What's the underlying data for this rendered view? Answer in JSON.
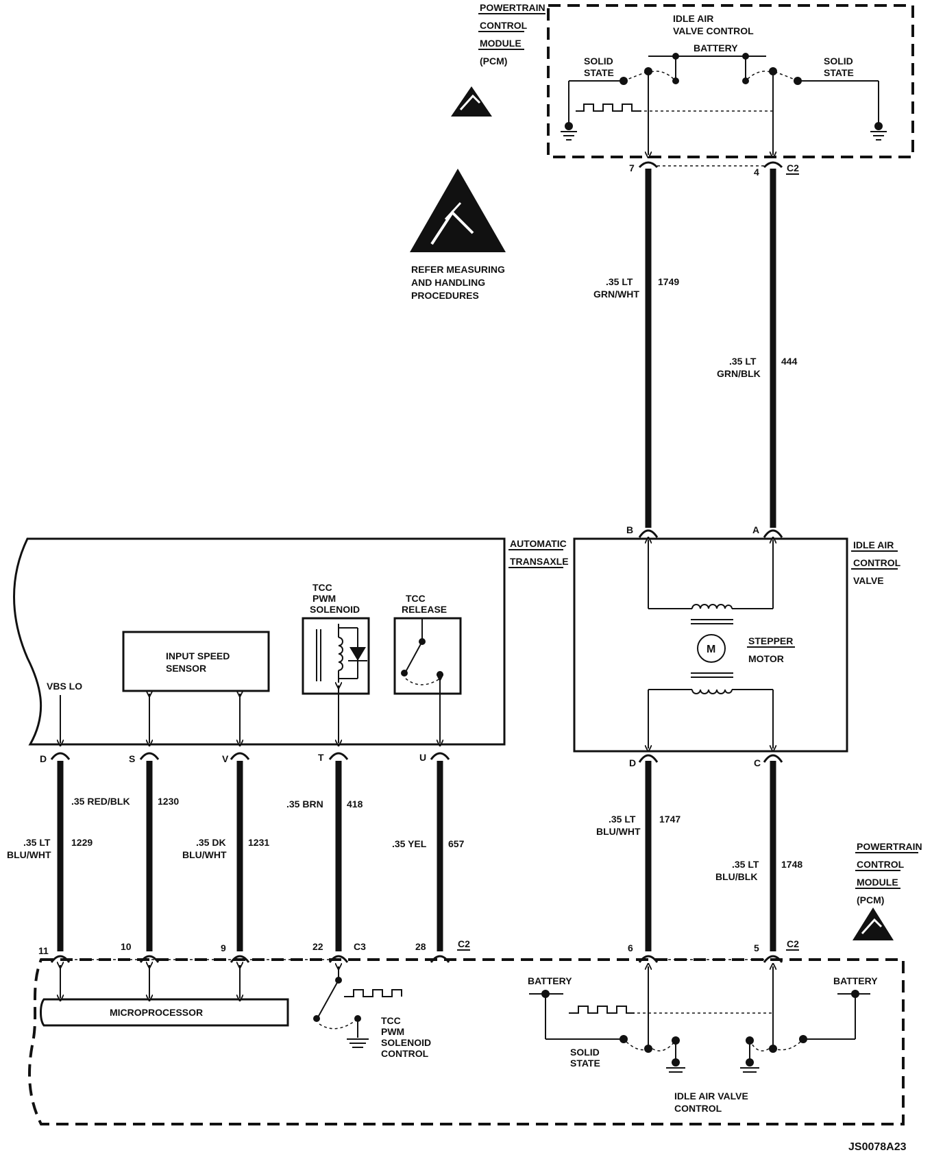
{
  "top_pcm": {
    "title_lines": [
      "POWERTRAIN",
      "CONTROL",
      "MODULE",
      "(PCM)"
    ],
    "idle_air_lines": [
      "IDLE AIR",
      "VALVE CONTROL"
    ],
    "battery": "BATTERY",
    "solid_state_left": [
      "SOLID",
      "STATE"
    ],
    "solid_state_right": [
      "SOLID",
      "STATE"
    ],
    "pin_7": "7",
    "pin_4": "4",
    "connector": "C2"
  },
  "esd_note": [
    "REFER MEASURING",
    "AND HANDLING",
    "PROCEDURES"
  ],
  "wires_top": {
    "w1749": {
      "gauge": ".35 LT",
      "color": "GRN/WHT",
      "circuit": "1749"
    },
    "w444": {
      "gauge": ".35 LT",
      "color": "GRN/BLK",
      "circuit": "444"
    }
  },
  "iac_valve": {
    "title_lines": [
      "IDLE AIR",
      "CONTROL",
      "VALVE"
    ],
    "motor_label": [
      "STEPPER",
      "MOTOR"
    ],
    "motor_symbol": "M",
    "pin_B": "B",
    "pin_A": "A",
    "pin_D": "D",
    "pin_C": "C"
  },
  "transaxle": {
    "title_lines": [
      "AUTOMATIC",
      "TRANSAXLE"
    ],
    "vbs_lo": "VBS LO",
    "input_speed_sensor": [
      "INPUT SPEED",
      "SENSOR"
    ],
    "tcc_pwm_solenoid": [
      "TCC",
      "PWM",
      "SOLENOID"
    ],
    "tcc_release": [
      "TCC",
      "RELEASE"
    ],
    "pins": [
      "D",
      "S",
      "V",
      "T",
      "U"
    ]
  },
  "wires_bottom_left": [
    {
      "gauge": ".35 LT",
      "color": "BLU/WHT",
      "circuit": "1229"
    },
    {
      "gauge": ".35 RED/BLK",
      "color": "",
      "circuit": "1230"
    },
    {
      "gauge": ".35 DK",
      "color": "BLU/WHT",
      "circuit": "1231"
    },
    {
      "gauge": ".35 BRN",
      "color": "",
      "circuit": "418"
    },
    {
      "gauge": ".35 YEL",
      "color": "",
      "circuit": "657"
    }
  ],
  "wires_bottom_right": [
    {
      "gauge": ".35 LT",
      "color": "BLU/WHT",
      "circuit": "1747"
    },
    {
      "gauge": ".35 LT",
      "color": "BLU/BLK",
      "circuit": "1748"
    }
  ],
  "bottom_pcm": {
    "title_lines": [
      "POWERTRAIN",
      "CONTROL",
      "MODULE",
      "(PCM)"
    ],
    "pins_left": [
      "11",
      "10",
      "9",
      "22",
      "28"
    ],
    "conn_c3": "C3",
    "conn_c2_left": "C2",
    "pins_right": [
      "6",
      "5"
    ],
    "conn_c2_right": "C2",
    "microprocessor": "MICROPROCESSOR",
    "tcc_pwm_control": [
      "TCC",
      "PWM",
      "SOLENOID",
      "CONTROL"
    ],
    "battery_left": "BATTERY",
    "battery_right": "BATTERY",
    "solid_state": [
      "SOLID",
      "STATE"
    ],
    "idle_air_lines": [
      "IDLE AIR VALVE",
      "CONTROL"
    ]
  },
  "figure_code": "JS0078A23"
}
